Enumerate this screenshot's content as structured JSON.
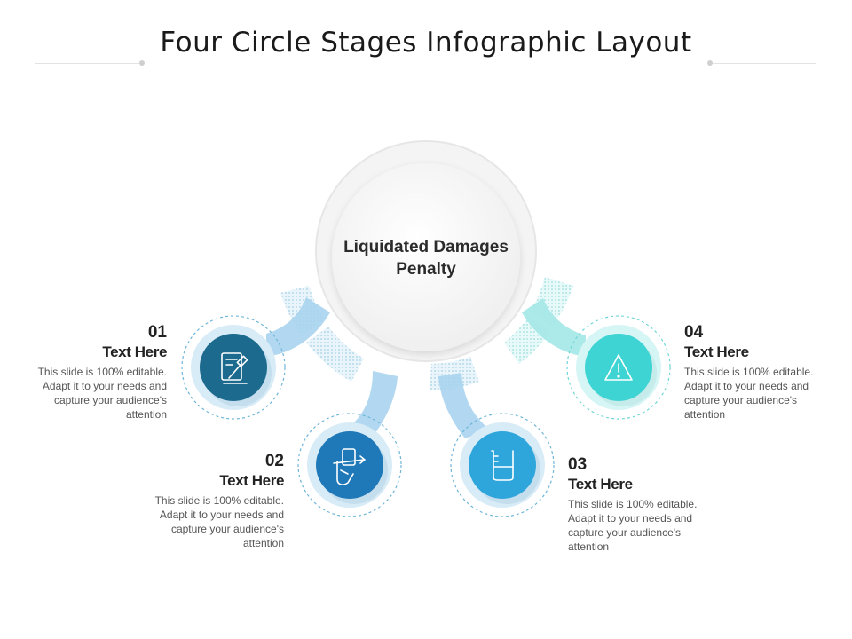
{
  "title": "Four Circle Stages Infographic Layout",
  "center": {
    "label": "Liquidated Damages Penalty"
  },
  "colors": {
    "stage1": "#1c6a8e",
    "stage2": "#1f78b8",
    "stage3": "#2ea6dc",
    "stage4": "#3fd4d4",
    "connector_blue": "#a9d4ee",
    "connector_teal": "#a8e8e8"
  },
  "stages": [
    {
      "num": "01",
      "heading": "Text Here",
      "body": "This slide is 100% editable. Adapt it to your needs and capture your audience's attention",
      "icon": "legal-document-gavel-icon"
    },
    {
      "num": "02",
      "heading": "Text Here",
      "body": "This slide is 100% editable. Adapt it to your needs and capture your audience's attention",
      "icon": "hand-holding-card-icon"
    },
    {
      "num": "03",
      "heading": "Text Here",
      "body": "This slide is 100% editable. Adapt it to your needs and capture your audience's attention",
      "icon": "measuring-beaker-icon"
    },
    {
      "num": "04",
      "heading": "Text Here",
      "body": "This slide is 100% editable. Adapt it to your needs and capture your audience's attention",
      "icon": "warning-triangle-icon"
    }
  ]
}
